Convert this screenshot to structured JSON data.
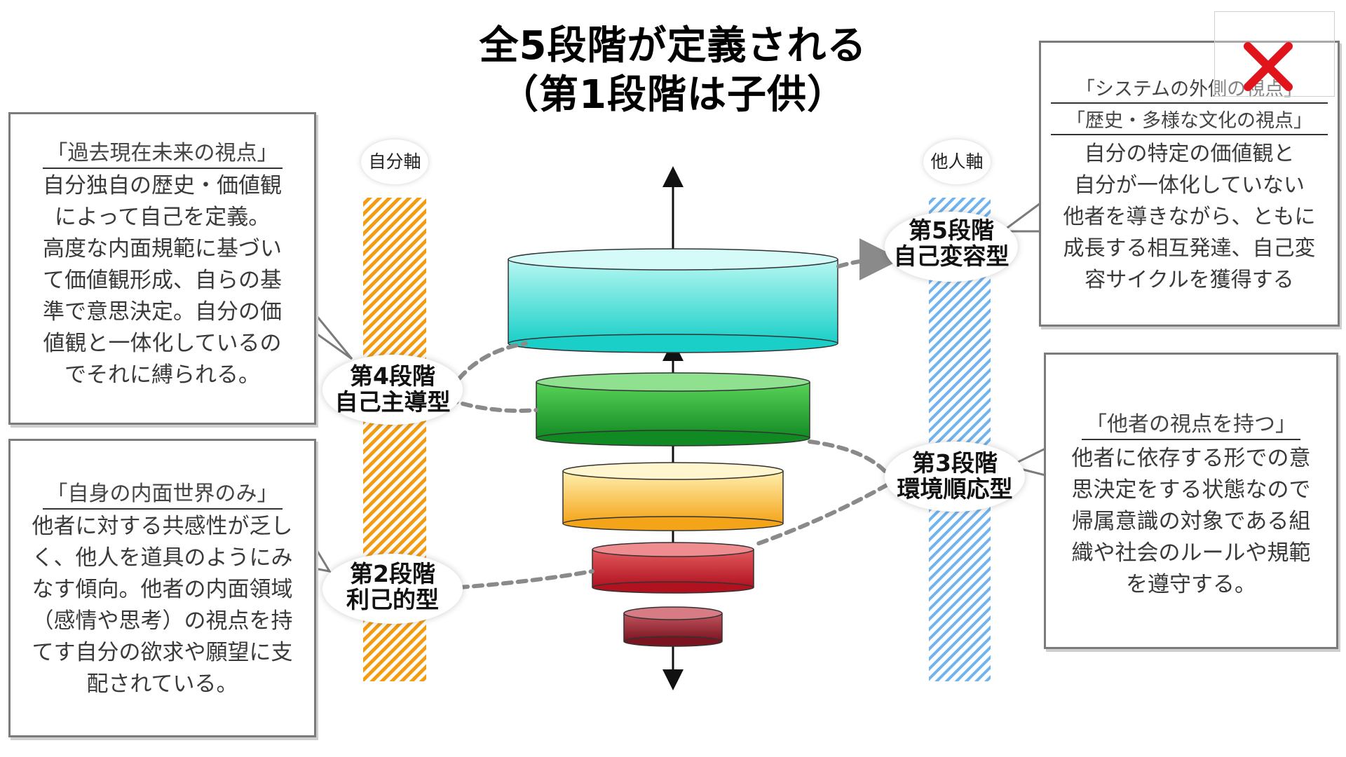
{
  "title": {
    "line1": "全5段階が定義される",
    "line2": "（第1段階は子供）"
  },
  "axes": {
    "self": "自分軸",
    "other": "他人軸"
  },
  "stages": {
    "s5": {
      "line1": "第5段階",
      "line2": "自己変容型"
    },
    "s4": {
      "line1": "第4段階",
      "line2": "自己主導型"
    },
    "s3": {
      "line1": "第3段階",
      "line2": "環境順応型"
    },
    "s2": {
      "line1": "第2段階",
      "line2": "利己的型"
    }
  },
  "boxes": {
    "top_left": {
      "heading": "「過去現在未来の視点」",
      "lines": [
        "自分独自の歴史・価値観",
        "によって自己を定義。",
        "高度な内面規範に基づい",
        "て価値観形成、自らの基",
        "準で意思決定。自分の価",
        "値観と一体化しているの",
        "でそれに縛られる。"
      ]
    },
    "bottom_left": {
      "heading": "「自身の内面世界のみ」",
      "lines": [
        "他者に対する共感性が乏し",
        "く、他人を道具のようにみ",
        "なす傾向。他者の内面領域",
        "（感情や思考）の視点を持",
        "てす自分の欲求や願望に支",
        "配されている。"
      ]
    },
    "top_right": {
      "heading1": "「システムの外側の視点」",
      "heading2": "「歴史・多様な文化の視点」",
      "lines": [
        "自分の特定の価値観と",
        "自分が一体化していない",
        "他者を導きながら、ともに",
        "成長する相互発達、自己変",
        "容サイクルを獲得する"
      ]
    },
    "bottom_right": {
      "heading": "「他者の視点を持つ」",
      "lines": [
        "他者に依存する形での意",
        "思決定をする状態なので",
        "帰属意識の対象である組",
        "織や社会のルールや規範",
        "を遵守する。"
      ]
    }
  },
  "colors": {
    "self_axis": "#f39c12",
    "other_axis": "#6fb3f0",
    "stage5": "#2fd6d0",
    "stage4": "#1fa331",
    "stage3": "#f5b51f",
    "stage2": "#c21f2a",
    "stage1": "#8a1c28",
    "close": "#e0141a"
  },
  "icons": {
    "close": "close-icon"
  }
}
